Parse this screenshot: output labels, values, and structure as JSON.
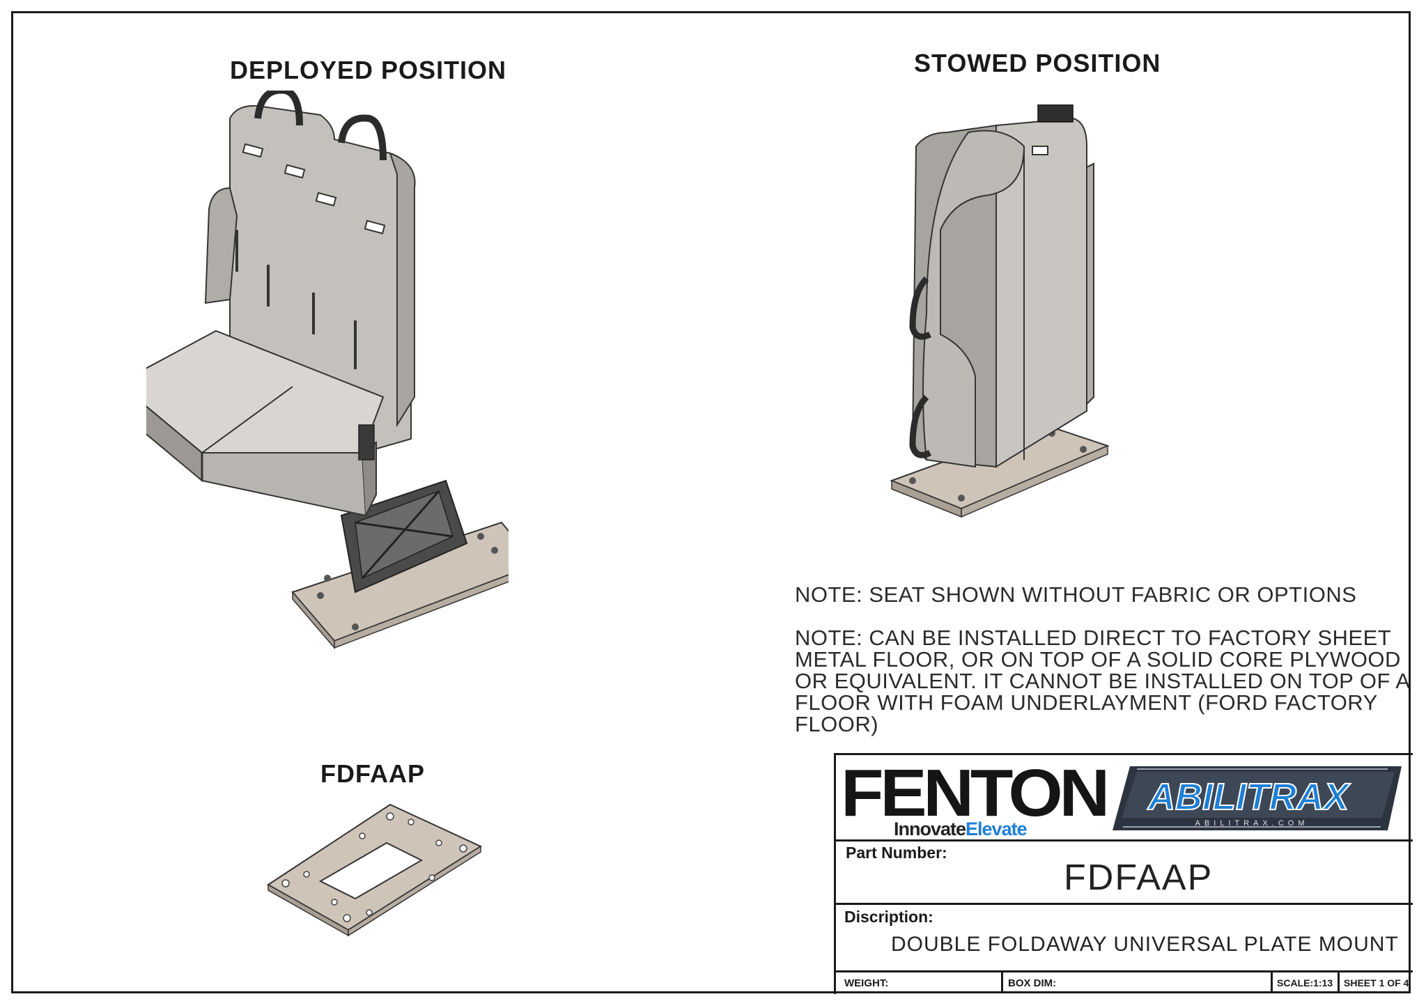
{
  "views": {
    "deployed_title": "DEPLOYED POSITION",
    "stowed_title": "STOWED POSITION",
    "plate_title": "FDFAAP"
  },
  "notes": {
    "note1": "NOTE: SEAT SHOWN WITHOUT FABRIC OR OPTIONS",
    "note2_lines": [
      "NOTE: CAN BE INSTALLED DIRECT TO FACTORY SHEET",
      "METAL FLOOR, OR ON TOP OF  A SOLID CORE PLYWOOD",
      "OR  EQUIVALENT. IT CANNOT BE INSTALLED ON TOP OF A",
      "FLOOR WITH FOAM UNDERLAYMENT (FORD FACTORY",
      "FLOOR)"
    ]
  },
  "title_block": {
    "brand": "FENTON",
    "tagline_part1": "Innovate",
    "tagline_part2": "Elevate",
    "partner_logo": "ABILITRAX",
    "partner_url": "ABILITRAX.COM",
    "part_number_label": "Part Number:",
    "part_number": "FDFAAP",
    "description_label": "Discription:",
    "description": "DOUBLE FOLDAWAY UNIVERSAL PLATE MOUNT",
    "weight_label": "WEIGHT:",
    "box_dim_label": "BOX DIM:",
    "scale": "SCALE:1:13",
    "sheet": "SHEET 1 OF 4"
  },
  "colors": {
    "seat_light": "#d9d6d1",
    "seat_mid": "#b8b5b0",
    "seat_dark": "#8f8c88",
    "metal_dark": "#3a3a3a",
    "plate": "#cfc4b8",
    "accent_blue": "#1e7fd6"
  }
}
